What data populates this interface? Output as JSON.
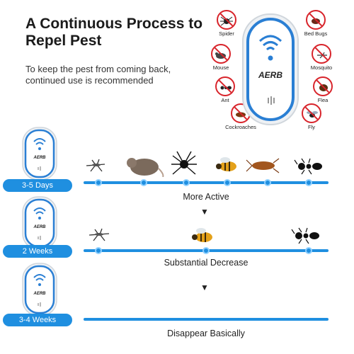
{
  "headline": "A Continuous Process to Repel Pest",
  "subtext": "To keep the pest from coming back, continued use is recommended",
  "brand": "AERB",
  "pests": {
    "spider": "Spider",
    "bed_bugs": "Bed Bugs",
    "mouse": "Mouse",
    "mosquito": "Mosquito",
    "ant": "Ant",
    "flea": "Flea",
    "cockroaches": "Cockroaches",
    "fly": "Fly"
  },
  "stages": [
    {
      "period": "3-5 Days",
      "caption": "More Active"
    },
    {
      "period": "2 Weeks",
      "caption": "Substantial Decrease"
    },
    {
      "period": "3-4 Weeks",
      "caption": "Disappear Basically"
    }
  ],
  "colors": {
    "accent": "#1f8fe0",
    "warning": "#d8242b",
    "device_trim": "#2a7fd4"
  }
}
